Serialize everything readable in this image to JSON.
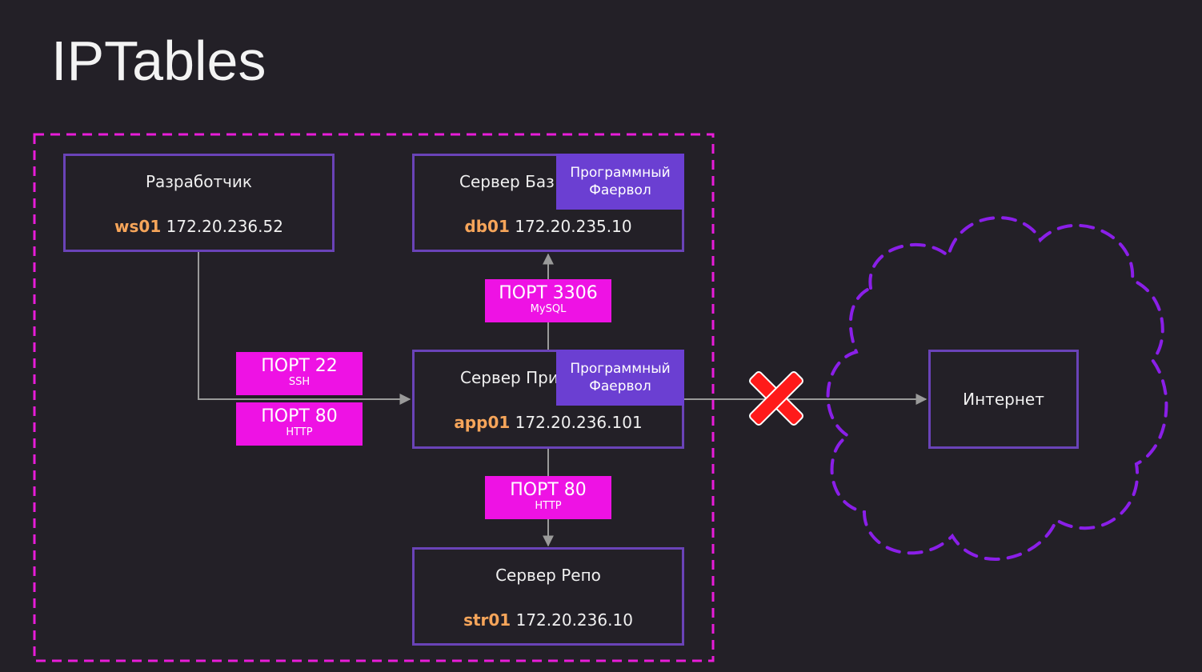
{
  "title": "IPTables",
  "nodes": {
    "dev": {
      "name": "Разработчик",
      "host": "ws01",
      "ip": "172.20.236.52"
    },
    "db": {
      "name": "Сервер Баз",
      "host": "db01",
      "ip": "172.20.235.10"
    },
    "app": {
      "name": "Сервер При",
      "host": "app01",
      "ip": "172.20.236.101"
    },
    "repo": {
      "name": "Сервер Репо",
      "host": "str01",
      "ip": "172.20.236.10"
    },
    "internet": {
      "name": "Интернет"
    }
  },
  "firewall": {
    "line1": "Программный",
    "line2": "Фаервол"
  },
  "ports": {
    "mysql": {
      "label": "ПОРТ 3306",
      "proto": "MySQL"
    },
    "ssh": {
      "label": "ПОРТ 22",
      "proto": "SSH"
    },
    "http_in": {
      "label": "ПОРТ 80",
      "proto": "HTTP"
    },
    "http_repo": {
      "label": "ПОРТ 80",
      "proto": "HTTP"
    }
  },
  "colors": {
    "background": "#232027",
    "node_border": "#6a43b8",
    "firewall_fill": "#6b3fd2",
    "port_fill": "#ee12e4",
    "network_boundary": "#e81cd9",
    "cloud": "#8a1fe8",
    "host_name": "#f6a55a",
    "blocked": "#ff1a1a"
  },
  "icons": {
    "blocked": "cross-icon",
    "cloud": "cloud-icon"
  }
}
